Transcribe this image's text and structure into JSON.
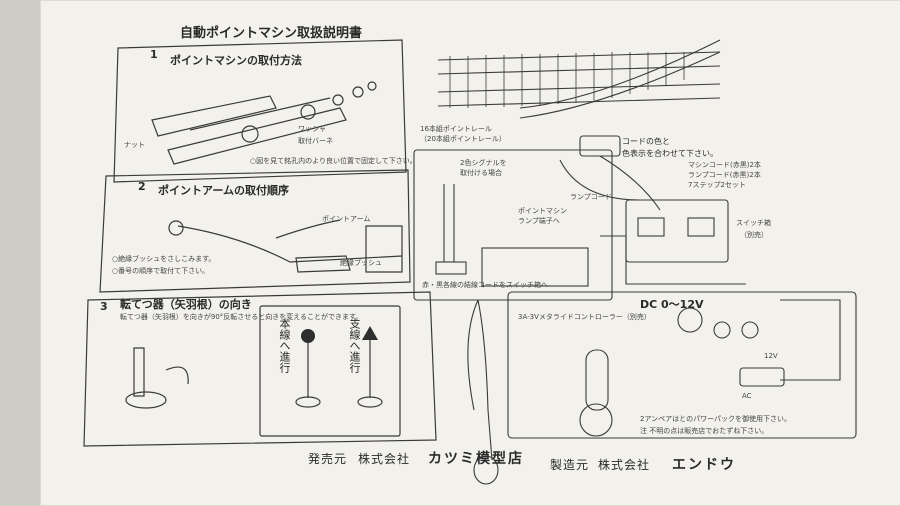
{
  "document": {
    "title": "自動ポイントマシン取扱説明書",
    "section1": {
      "number": "1",
      "heading": "ポイントマシンの取付方法",
      "label_washer": "ワッシャ",
      "label_arm": "取付バーネ",
      "label_nut": "ナット",
      "note": "○図を見て銘孔内のより良い位置で固定して下さい。"
    },
    "section2": {
      "number": "2",
      "heading": "ポイントアームの取付順序",
      "label_arm": "ポイントアーム",
      "note1": "○絶縁ブッシュをさしこみます。",
      "note2": "○番号の順序で取付て下さい。",
      "label_bushing": "絶縁ブッシュ"
    },
    "section3": {
      "number": "3",
      "heading": "転てつ器（矢羽根）の向き",
      "note": "転てつ器（矢羽根）を向きが90°反転させると向きを変えることができます。",
      "main_line": "本線へ進行",
      "branch_line": "支線へ進行"
    },
    "right": {
      "rail_label1": "16本組ポイントレール",
      "rail_label2": "（20本組ポイントレール）",
      "cord_note1": "コードの色と",
      "cord_note2": "色表示を合わせて下さい。",
      "legend1": "マシンコード(赤黒)2本",
      "legend2": "ランプコード(赤黒)2本",
      "legend3": "7ステップ2セット",
      "lamp_cord": "ランプコード",
      "signal_note1": "2色シグナルを",
      "signal_note2": "取付ける場合",
      "signal_lamp": "ポイントマシン",
      "signal_lamp2": "ランプ端子へ",
      "switch_box": "スイッチ箱",
      "switch_box_sub": "（別売）",
      "cord_to_switch": "赤・黒各線の結線コードをスイッチ箱へ",
      "dc_label": "DC 0〜12V",
      "controller": "3A-3Vメタライドコントローラー（別売）",
      "ac_label": "AC",
      "v12": "12V",
      "note_amp": "2アンペアはとのパワーパックを御使用下さい。",
      "note_amp2": "注 不明の点は販売店でおたずね下さい。"
    },
    "footer": {
      "seller_label": "発売元",
      "seller_type": "株式会社",
      "seller_name": "カツミ模型店",
      "maker_label": "製造元",
      "maker_type": "株式会社",
      "maker_name": "エンドウ"
    }
  }
}
